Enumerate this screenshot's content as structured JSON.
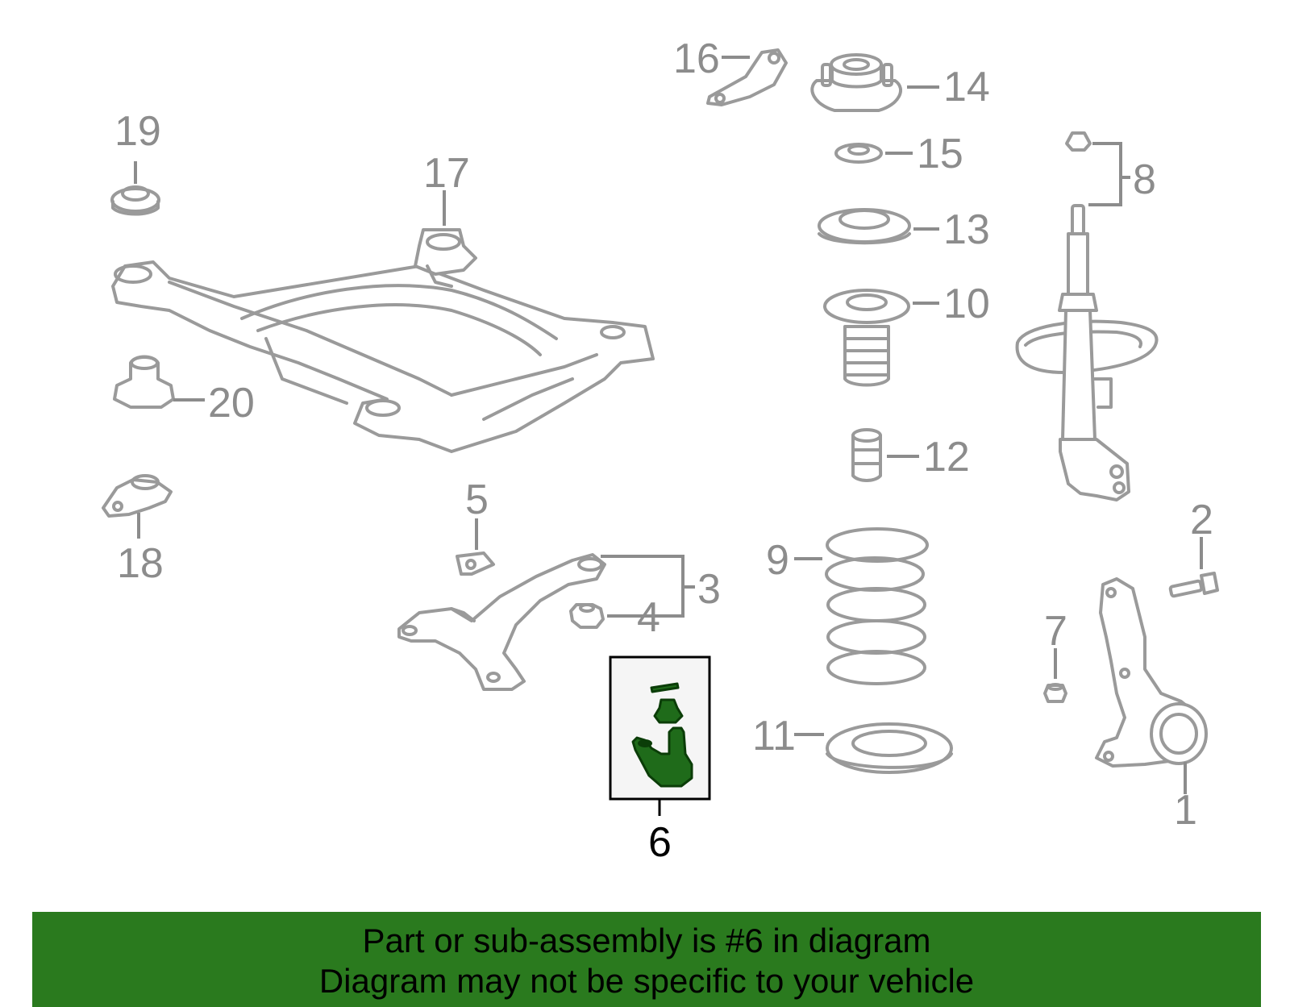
{
  "callouts": {
    "c1": "1",
    "c2": "2",
    "c3": "3",
    "c4": "4",
    "c5": "5",
    "c6": "6",
    "c7": "7",
    "c8": "8",
    "c9": "9",
    "c10": "10",
    "c11": "11",
    "c12": "12",
    "c13": "13",
    "c14": "14",
    "c15": "15",
    "c16": "16",
    "c17": "17",
    "c18": "18",
    "c19": "19",
    "c20": "20"
  },
  "highlighted_part": "6",
  "banner": {
    "line1": "Part or sub-assembly is #6 in diagram",
    "line2": "Diagram may not be specific to your vehicle"
  },
  "colors": {
    "banner": "#2a7a1e",
    "highlight_part": "#1f6b1a",
    "line_art": "#9a9a9a"
  }
}
